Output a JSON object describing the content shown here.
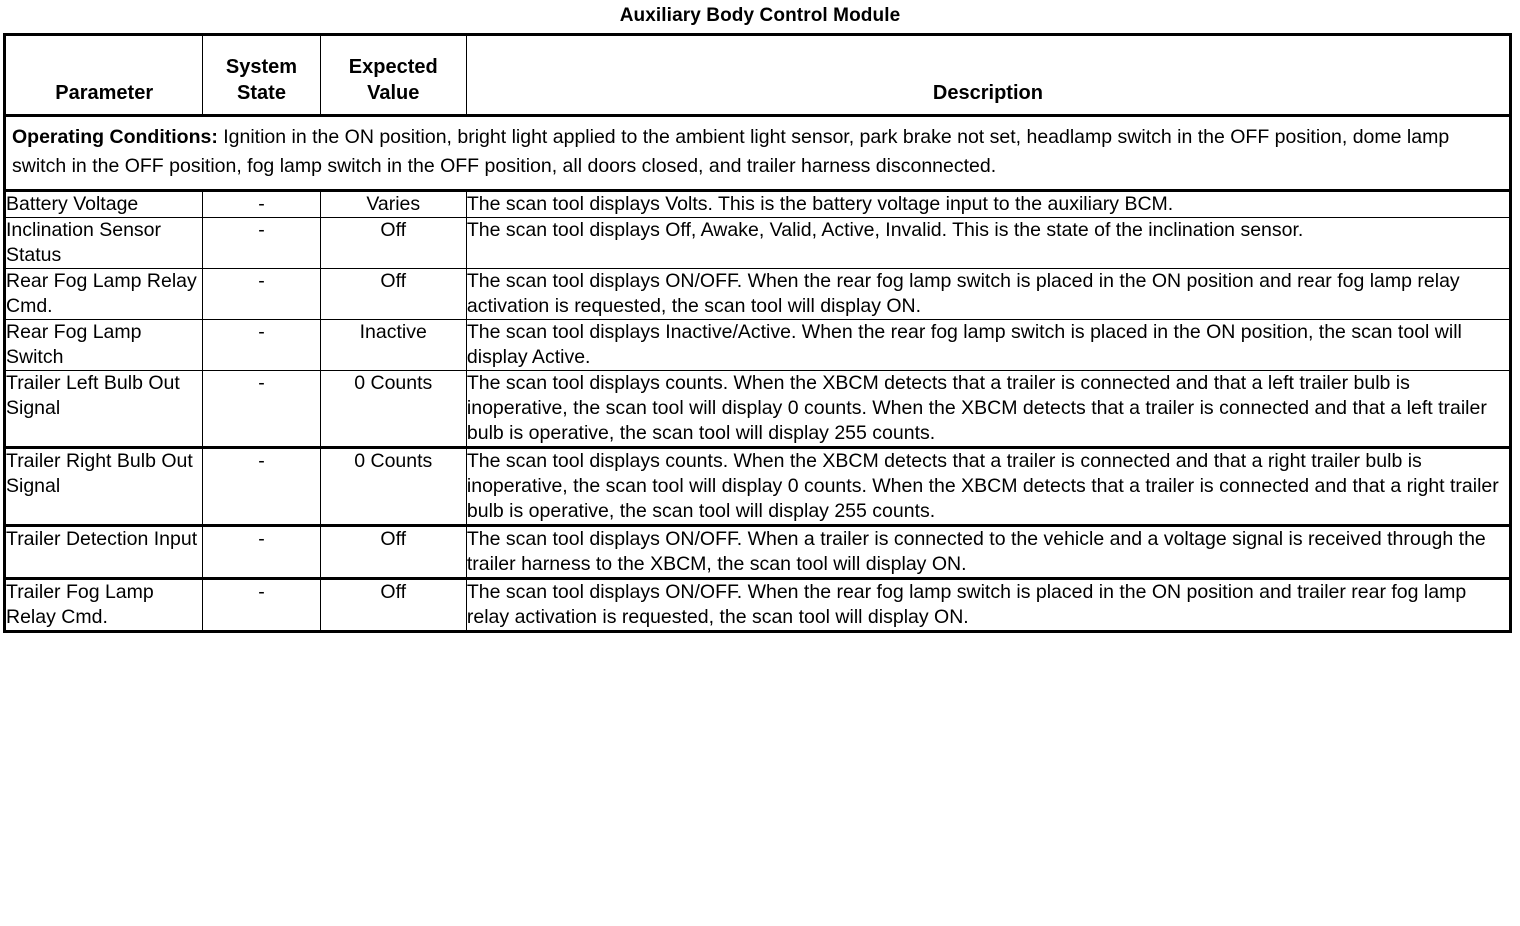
{
  "document": {
    "title": "Auxiliary Body Control Module"
  },
  "table": {
    "headers": {
      "parameter": "Parameter",
      "system_state": "System State",
      "expected_value": "Expected Value",
      "description": "Description"
    },
    "operating_conditions": {
      "label": "Operating Conditions:",
      "text": " Ignition in the ON position, bright light applied to the ambient light sensor, park brake not set, headlamp switch in the OFF position, dome lamp switch in the OFF position, fog lamp switch in the OFF position, all doors closed, and trailer harness disconnected."
    },
    "rows": [
      {
        "parameter": "Battery Voltage",
        "system_state": "-",
        "expected_value": "Varies",
        "description": "The scan tool displays Volts. This is the battery voltage input to the auxiliary BCM."
      },
      {
        "parameter": "Inclination Sensor Status",
        "system_state": "-",
        "expected_value": "Off",
        "description": "The scan tool displays Off, Awake, Valid, Active, Invalid. This is the state of the inclination sensor."
      },
      {
        "parameter": "Rear Fog Lamp Relay Cmd.",
        "system_state": "-",
        "expected_value": "Off",
        "description": "The scan tool displays ON/OFF. When the rear fog lamp switch is placed in the ON position and rear fog lamp relay activation is requested, the scan tool will display ON."
      },
      {
        "parameter": "Rear Fog Lamp Switch",
        "system_state": "-",
        "expected_value": "Inactive",
        "description": "The scan tool displays Inactive/Active. When the rear fog lamp switch is placed in the ON position, the scan tool will display Active."
      },
      {
        "parameter": "Trailer Left Bulb Out Signal",
        "system_state": "-",
        "expected_value": "0 Counts",
        "description": "The scan tool displays counts. When the XBCM detects that a trailer is connected and that a left trailer bulb is inoperative, the scan tool will display 0 counts. When the XBCM detects that a trailer is connected and that a left trailer bulb is operative, the scan tool will display 255 counts."
      },
      {
        "parameter": "Trailer Right Bulb Out Signal",
        "system_state": "-",
        "expected_value": "0 Counts",
        "description": "The scan tool displays counts. When the XBCM detects that a trailer is connected and that a right trailer bulb is inoperative, the scan tool will display 0 counts. When the XBCM detects that a trailer is connected and that a right trailer bulb is operative, the scan tool will display 255 counts."
      },
      {
        "parameter": "Trailer Detection Input",
        "system_state": "-",
        "expected_value": "Off",
        "description": "The scan tool displays ON/OFF. When a trailer is connected to the vehicle and a voltage signal is received through the trailer harness to the XBCM, the scan tool will display ON."
      },
      {
        "parameter": "Trailer Fog Lamp Relay Cmd.",
        "system_state": "-",
        "expected_value": "Off",
        "description": "The scan tool displays ON/OFF. When the rear fog lamp switch is placed in the ON position and trailer rear fog lamp relay activation is requested, the scan tool will display ON."
      }
    ]
  },
  "colors": {
    "border": "#000000",
    "text": "#000000",
    "background": "#ffffff"
  }
}
